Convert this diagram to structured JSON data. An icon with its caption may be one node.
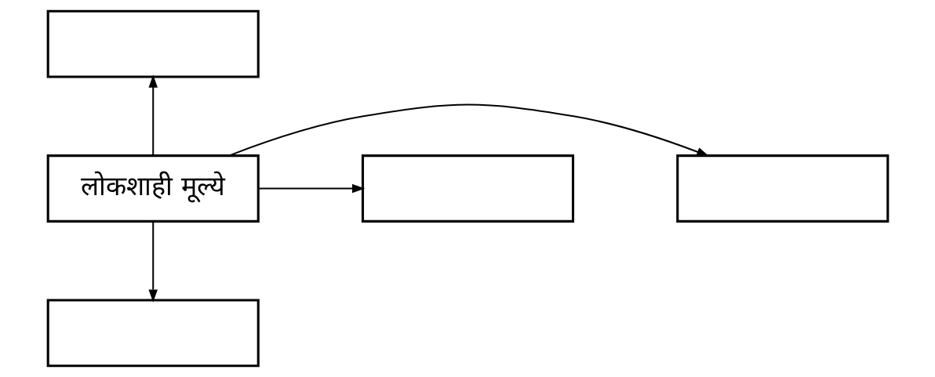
{
  "diagram": {
    "nodes": [
      {
        "text": [],
        "shape": "box"
      },
      {
        "text": [],
        "shape": "box"
      },
      {
        "text": [
          "लोकशाही मूल्ये"
        ]
      },
      {
        "text": [],
        "shape": "box"
      },
      {
        "text": [],
        "shape": "box"
      }
    ],
    "edges": [
      {
        "from": 2,
        "to": 0,
        "arrow": "to"
      },
      {
        "from": 2,
        "to": 1,
        "arrow": "to"
      },
      {
        "from": 2,
        "to": 3,
        "arrow": "to"
      },
      {
        "from": 2,
        "to": 4,
        "arrow": "to"
      }
    ]
  }
}
